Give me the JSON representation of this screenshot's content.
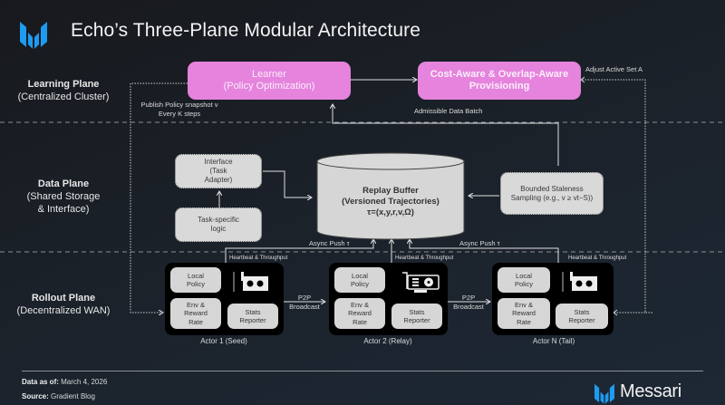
{
  "header": {
    "title": "Echo’s Three-Plane Modular Architecture",
    "logo_icon": "messari-m-logo-icon",
    "accent_color": "#1e9bf0"
  },
  "planes": [
    {
      "name": "Learning Plane",
      "sub": "(Centralized Cluster)"
    },
    {
      "name": "Data Plane",
      "sub_line1": "(Shared Storage",
      "sub_line2": "& Interface)"
    },
    {
      "name": "Rollout Plane",
      "sub": "(Decentralized WAN)"
    }
  ],
  "learning": {
    "learner": {
      "line1": "Learner",
      "line2": "(Policy Optimization)"
    },
    "provisioning": {
      "line1": "Cost-Aware & Overlap-Aware",
      "line2": "Provisioning"
    },
    "box_color": "#e583dd",
    "labels": {
      "publish_line1": "Publish Policy snapshot v",
      "publish_line2": "Every K steps",
      "admissible": "Admissible Data Batch",
      "adjust": "Adjust Active Set A"
    }
  },
  "data": {
    "interface": {
      "line1": "Interface",
      "line2": "(Task",
      "line3": "Adapter)"
    },
    "task_logic": {
      "line1": "Task-specific",
      "line2": "logic"
    },
    "replay_buffer": {
      "line1": "Replay Buffer",
      "line2": "(Versioned Trajectories)",
      "line3": "τ=(x,y,r,v,Ω)"
    },
    "staleness": {
      "line1": "Bounded Staleness",
      "line2": "Sampling (e.g., v ≥ vt−S))"
    },
    "async_left": "Async Push τ",
    "async_right": "Async Push τ"
  },
  "rollout": {
    "heartbeat": "Heartbeat & Throughput",
    "p2p_line1": "P2P",
    "p2p_line2": "Broadcast",
    "actors": [
      {
        "caption": "Actor 1 (Seed)",
        "local": [
          "Local",
          "Policy"
        ],
        "env": [
          "Env &",
          "Reward",
          "Rate"
        ],
        "stats": [
          "Stats",
          "Reporter"
        ],
        "gpu_icon": "gpu-fans-icon"
      },
      {
        "caption": "Actor 2 (Relay)",
        "local": [
          "Local",
          "Policy"
        ],
        "env": [
          "Env &",
          "Reward",
          "Rate"
        ],
        "stats": [
          "Stats",
          "Reporter"
        ],
        "gpu_icon": "gpu-card-icon"
      },
      {
        "caption": "Actor N (Tail)",
        "local": [
          "Local",
          "Policy"
        ],
        "env": [
          "Env &",
          "Reward",
          "Rate"
        ],
        "stats": [
          "Stats",
          "Reporter"
        ],
        "gpu_icon": "gpu-fans-icon"
      }
    ]
  },
  "footer": {
    "date_label": "Data as of:",
    "date_value": "March 4, 2026",
    "source_label": "Source:",
    "source_value": "Gradient Blog",
    "brand": "Messari"
  }
}
